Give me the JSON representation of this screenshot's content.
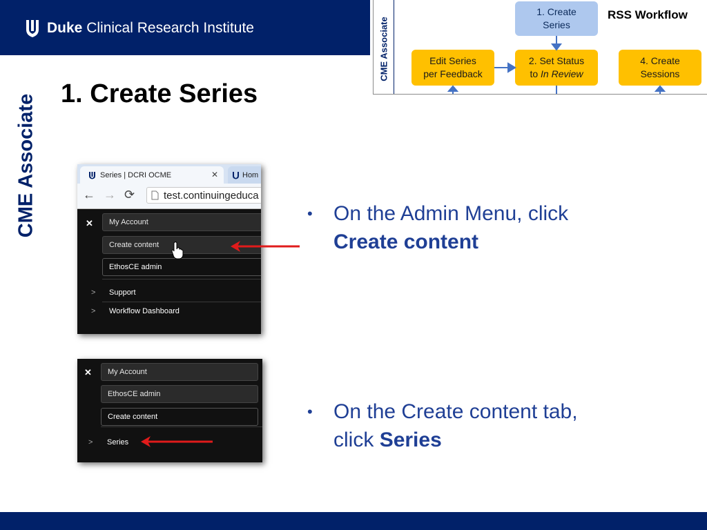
{
  "header": {
    "brand_bold": "Duke",
    "brand_rest": "Clinical Research Institute",
    "color": "#012169"
  },
  "workflow": {
    "title": "RSS Workflow",
    "role": "CME Associate",
    "steps": {
      "create_series": [
        "1. Create",
        "Series"
      ],
      "edit_series": [
        "Edit Series",
        "per Feedback"
      ],
      "set_status": [
        "2. Set Status",
        "to ",
        "In Review"
      ],
      "create_sessions": [
        "4. Create",
        "Sessions"
      ]
    }
  },
  "side_role": "CME Associate",
  "slide_title": "1. Create Series",
  "screenshot1": {
    "tab_title": "Series | DCRI OCME",
    "tab2_title": "Hom",
    "url": "test.continuingeduca",
    "menu": [
      "My Account",
      "Create content",
      "EthosCE admin"
    ],
    "tree": [
      "Support",
      "Workflow Dashboard"
    ]
  },
  "screenshot2": {
    "menu": [
      "My Account",
      "EthosCE admin",
      "Create content"
    ],
    "tree": [
      "Series"
    ]
  },
  "bullets": {
    "b1_text": "On the Admin Menu, click",
    "b1_bold": "Create content",
    "b2_text": "On the Create content tab,",
    "b2_lead": "click",
    "b2_bold": "Series"
  },
  "colors": {
    "navy": "#012169",
    "bullet_blue": "#1f3f95",
    "step_blue": "#aec8ee",
    "step_yellow": "#ffc000",
    "arrow_red": "#e01b1b"
  }
}
